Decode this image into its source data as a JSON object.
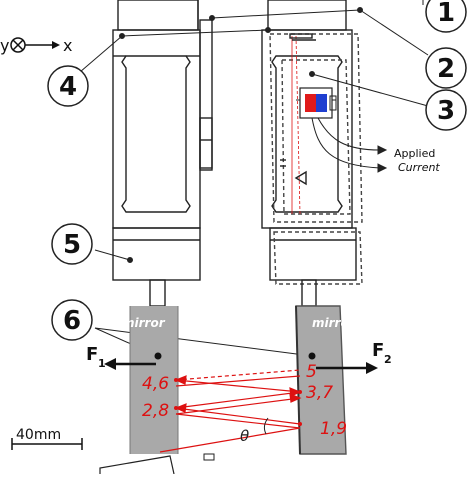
{
  "axes": {
    "y_label": "y",
    "x_label": "x"
  },
  "callouts": [
    "1",
    "2",
    "3",
    "4",
    "5",
    "6"
  ],
  "applied_current": {
    "line1": "Applied",
    "line2": "Current"
  },
  "mirror_left_label": "mirror",
  "mirror_right_label": "mirror",
  "forces": {
    "f1": "F",
    "f1_sub": "1",
    "f2": "F",
    "f2_sub": "2"
  },
  "spots": {
    "s46": "4,6",
    "s28": "2,8",
    "s5": "5",
    "s37": "3,7",
    "s19": "1,9"
  },
  "theta": "θ",
  "scale_bar": "40mm",
  "colors": {
    "beam": "#d11111",
    "mirror": "#a9a9a9",
    "outline": "#222222",
    "magnet_red": "#e01a1a",
    "magnet_blue": "#1f3fd0"
  }
}
